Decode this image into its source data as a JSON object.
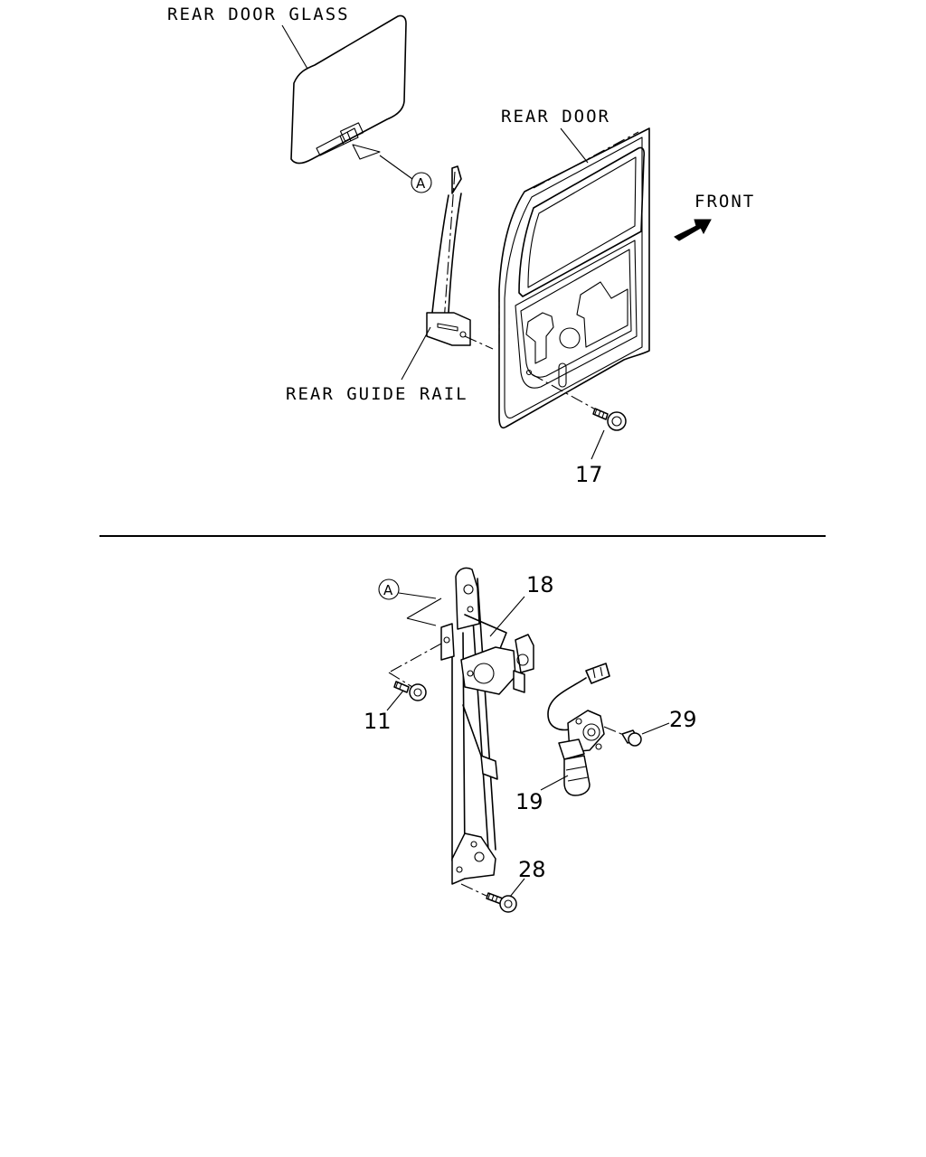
{
  "labels": {
    "rear_door_glass": "REAR DOOR GLASS",
    "rear_door": "REAR DOOR",
    "front": "FRONT",
    "rear_guide_rail": "REAR GUIDE RAIL"
  },
  "callouts": {
    "ref_a_top": "A",
    "ref_a_bottom": "A",
    "part_17": "17",
    "part_18": "18",
    "part_11": "11",
    "part_29": "29",
    "part_19": "19",
    "part_28": "28"
  },
  "colors": {
    "line": "#000000",
    "background": "#ffffff"
  }
}
